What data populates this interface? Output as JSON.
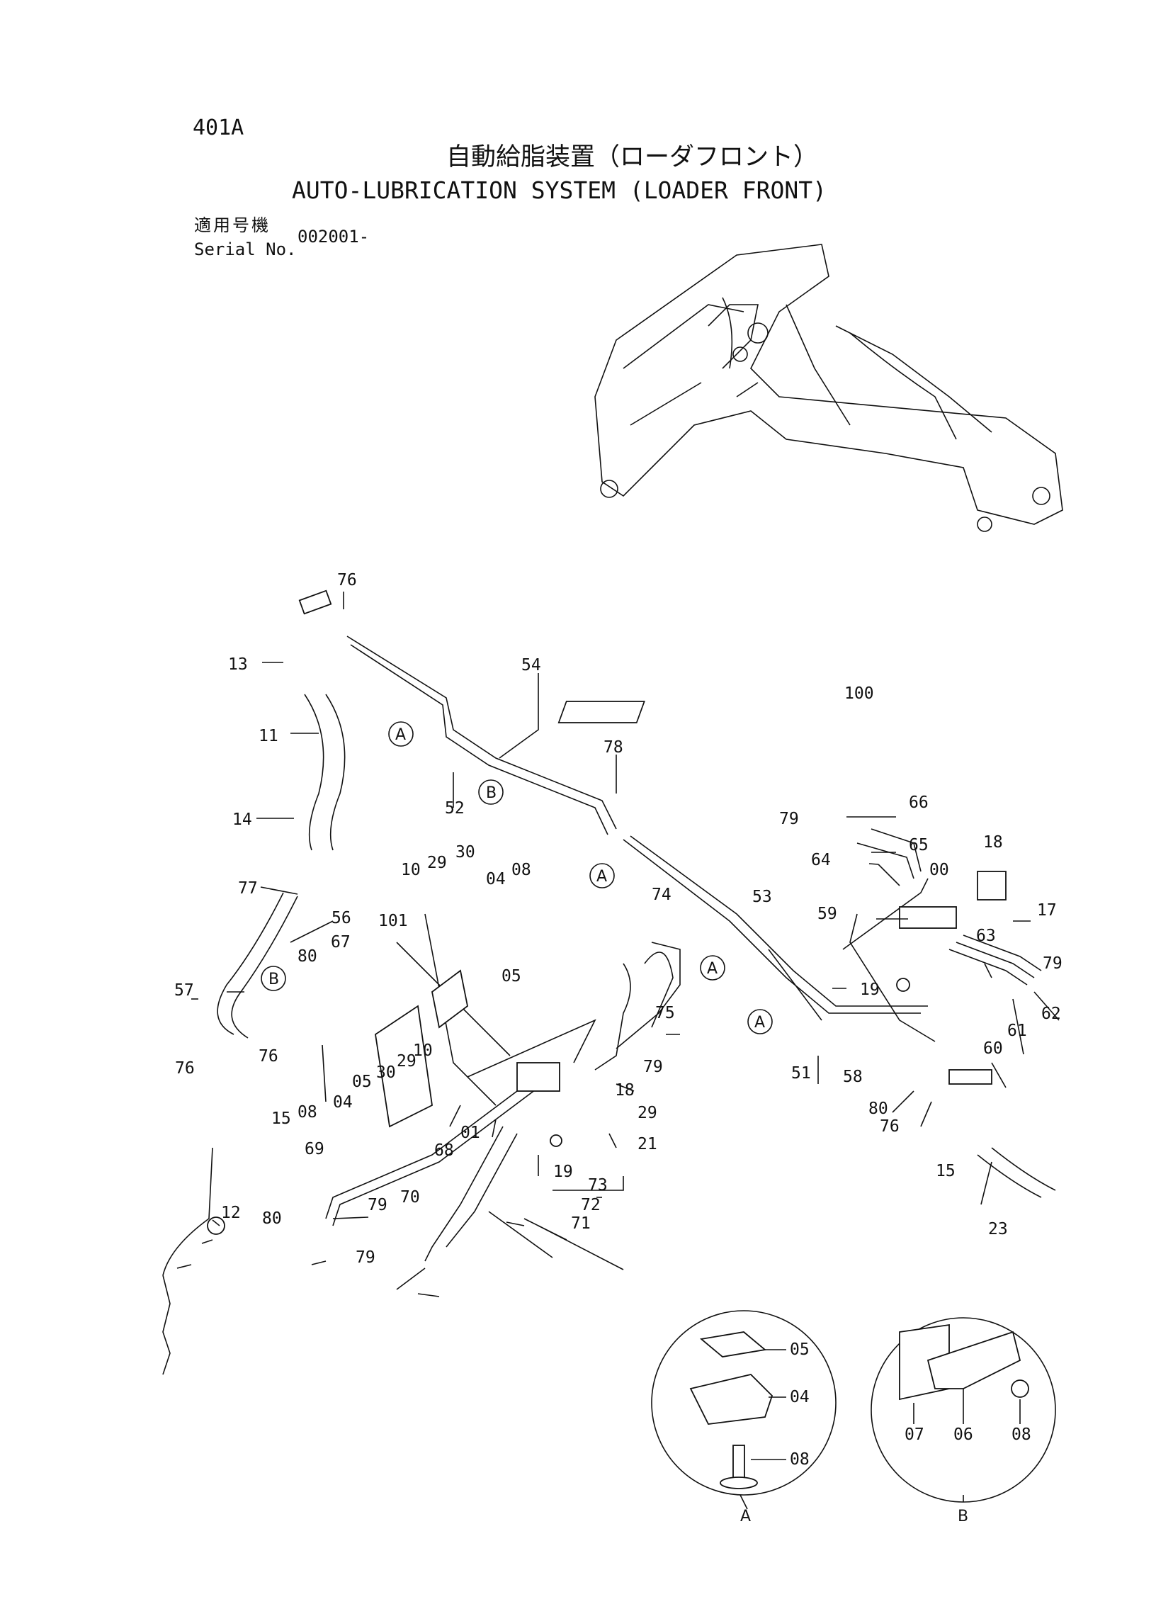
{
  "header": {
    "page_number": "401A",
    "title_jp": "自動給脂装置（ローダフロント）",
    "title_en": "AUTO-LUBRICATION SYSTEM (LOADER FRONT)",
    "serial_label_jp": "適用号機",
    "serial_label_en": "Serial No.",
    "serial_value": "002001-"
  },
  "callouts": [
    {
      "text": "76"
    },
    {
      "text": "13"
    },
    {
      "text": "54"
    },
    {
      "text": "100"
    },
    {
      "text": "11"
    },
    {
      "text": "78"
    },
    {
      "text": "52"
    },
    {
      "text": "14"
    },
    {
      "text": "79"
    },
    {
      "text": "66"
    },
    {
      "text": "65"
    },
    {
      "text": "64"
    },
    {
      "text": "18"
    },
    {
      "text": "10"
    },
    {
      "text": "29"
    },
    {
      "text": "30"
    },
    {
      "text": "04"
    },
    {
      "text": "08"
    },
    {
      "text": "77"
    },
    {
      "text": "00"
    },
    {
      "text": "56"
    },
    {
      "text": "74"
    },
    {
      "text": "53"
    },
    {
      "text": "59"
    },
    {
      "text": "17"
    },
    {
      "text": "101"
    },
    {
      "text": "80"
    },
    {
      "text": "67"
    },
    {
      "text": "05"
    },
    {
      "text": "63"
    },
    {
      "text": "79"
    },
    {
      "text": "57"
    },
    {
      "text": "19"
    },
    {
      "text": "75"
    },
    {
      "text": "62"
    },
    {
      "text": "61"
    },
    {
      "text": "60"
    },
    {
      "text": "76"
    },
    {
      "text": "05"
    },
    {
      "text": "30"
    },
    {
      "text": "29"
    },
    {
      "text": "10"
    },
    {
      "text": "79"
    },
    {
      "text": "51"
    },
    {
      "text": "58"
    },
    {
      "text": "76"
    },
    {
      "text": "04"
    },
    {
      "text": "08"
    },
    {
      "text": "80"
    },
    {
      "text": "18"
    },
    {
      "text": "76"
    },
    {
      "text": "15"
    },
    {
      "text": "01"
    },
    {
      "text": "29"
    },
    {
      "text": "21"
    },
    {
      "text": "69"
    },
    {
      "text": "68"
    },
    {
      "text": "19"
    },
    {
      "text": "15"
    },
    {
      "text": "73"
    },
    {
      "text": "79"
    },
    {
      "text": "70"
    },
    {
      "text": "72"
    },
    {
      "text": "23"
    },
    {
      "text": "80"
    },
    {
      "text": "12"
    },
    {
      "text": "71"
    },
    {
      "text": "79"
    }
  ],
  "markers": [
    {
      "letter": "A"
    },
    {
      "letter": "B"
    },
    {
      "letter": "A"
    },
    {
      "letter": "B"
    },
    {
      "letter": "A"
    },
    {
      "letter": "A"
    }
  ],
  "detail_views": [
    {
      "label": "A",
      "callouts": [
        "05",
        "04",
        "08"
      ]
    },
    {
      "label": "B",
      "callouts": [
        "07",
        "06",
        "08"
      ]
    }
  ]
}
